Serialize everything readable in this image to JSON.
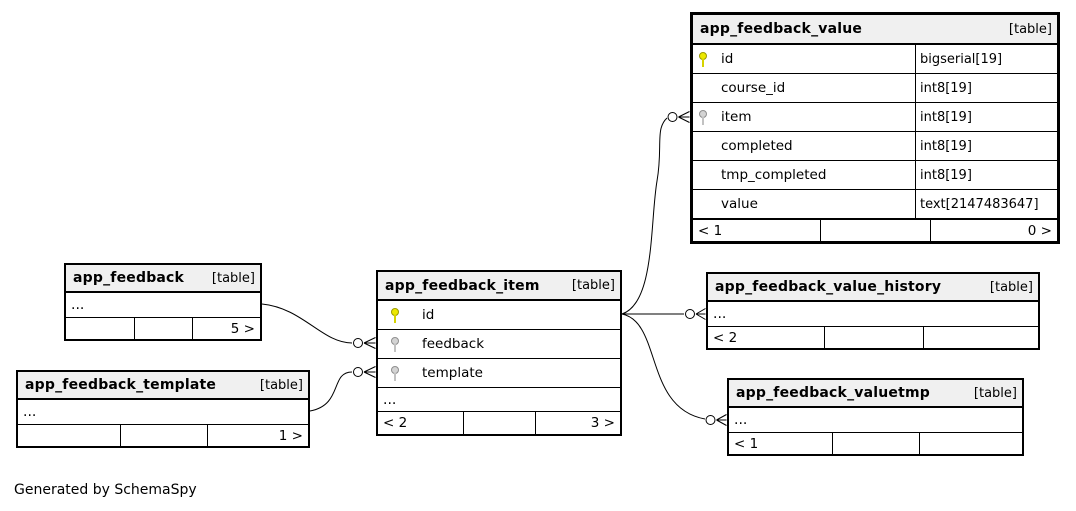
{
  "page": {
    "background": "#ffffff",
    "generated_note": "Generated by SchemaSpy"
  },
  "colors": {
    "primary_key": "#ece800",
    "foreign_key": "#d4d4d4",
    "header_bg": "#f0f0f0",
    "border": "#000000"
  },
  "tables": [
    {
      "id": "app_feedback_value",
      "name": "app_feedback_value",
      "tag": "[table]",
      "columns": [
        {
          "name": "id",
          "type": "bigserial[19]",
          "key": "primary"
        },
        {
          "name": "course_id",
          "type": "int8[19]",
          "key": null
        },
        {
          "name": "item",
          "type": "int8[19]",
          "key": "foreign"
        },
        {
          "name": "completed",
          "type": "int8[19]",
          "key": null
        },
        {
          "name": "tmp_completed",
          "type": "int8[19]",
          "key": null
        },
        {
          "name": "value",
          "type": "text[2147483647]",
          "key": null
        }
      ],
      "footer_left": "< 1",
      "footer_right": "0 >"
    },
    {
      "id": "app_feedback",
      "name": "app_feedback",
      "tag": "[table]",
      "ellipsis": "...",
      "footer_left": "",
      "footer_right": "5 >"
    },
    {
      "id": "app_feedback_template",
      "name": "app_feedback_template",
      "tag": "[table]",
      "ellipsis": "...",
      "footer_left": "",
      "footer_right": "1 >"
    },
    {
      "id": "app_feedback_item",
      "name": "app_feedback_item",
      "tag": "[table]",
      "columns": [
        {
          "name": "id",
          "key": "primary"
        },
        {
          "name": "feedback",
          "key": "foreign"
        },
        {
          "name": "template",
          "key": "foreign"
        }
      ],
      "ellipsis": "...",
      "footer_left": "< 2",
      "footer_right": "3 >"
    },
    {
      "id": "app_feedback_value_history",
      "name": "app_feedback_value_history",
      "tag": "[table]",
      "ellipsis": "...",
      "footer_left": "< 2",
      "footer_right": ""
    },
    {
      "id": "app_feedback_valuetmp",
      "name": "app_feedback_valuetmp",
      "tag": "[table]",
      "ellipsis": "...",
      "footer_left": "< 1",
      "footer_right": ""
    }
  ],
  "relationships": [
    {
      "from": "app_feedback",
      "to": "app_feedback_item.feedback",
      "end_style": "zero-or-many"
    },
    {
      "from": "app_feedback_template",
      "to": "app_feedback_item.template",
      "end_style": "zero-or-many"
    },
    {
      "from": "app_feedback_item.id",
      "to": "app_feedback_value.item",
      "end_style": "zero-or-many"
    },
    {
      "from": "app_feedback_item.id",
      "to": "app_feedback_value_history",
      "end_style": "zero-or-many"
    },
    {
      "from": "app_feedback_item.id",
      "to": "app_feedback_valuetmp",
      "end_style": "zero-or-many"
    }
  ]
}
